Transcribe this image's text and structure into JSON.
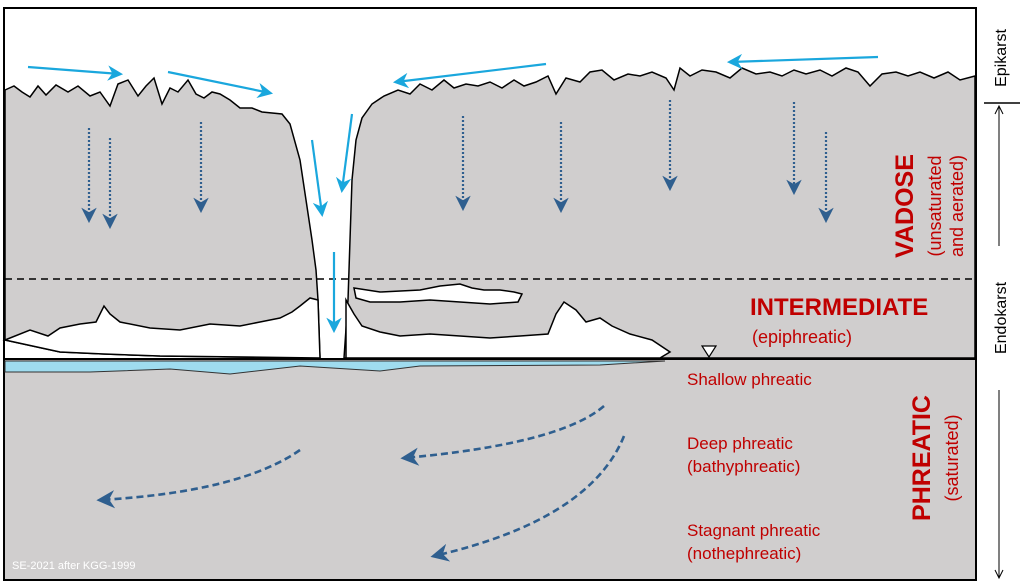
{
  "diagram": {
    "zones": {
      "vadose": {
        "title": "VADOSE",
        "subtitle_lines": [
          "(unsaturated",
          "and aerated)"
        ]
      },
      "intermediate": {
        "title": "INTERMEDIATE",
        "subtitle": "(epiphreatic)"
      },
      "phreatic": {
        "title": "PHREATIC",
        "subtitle": "(saturated)"
      }
    },
    "sublabels": {
      "shallow": "Shallow phreatic",
      "deep_lines": [
        "Deep phreatic",
        "(bathyphreatic)"
      ],
      "stagnant_lines": [
        "Stagnant phreatic",
        "(nothephreatic)"
      ]
    },
    "side_labels": {
      "epikarst": "Epikarst",
      "endokarst": "Endokarst"
    },
    "credit": "SE-2021 after KGG-1999",
    "colors": {
      "rock": "#d0cece",
      "water": "#9fdcef",
      "surface_arrow": "#1aa7dd",
      "flow_arrow": "#2f5f8f",
      "label_red": "#c00000"
    }
  }
}
